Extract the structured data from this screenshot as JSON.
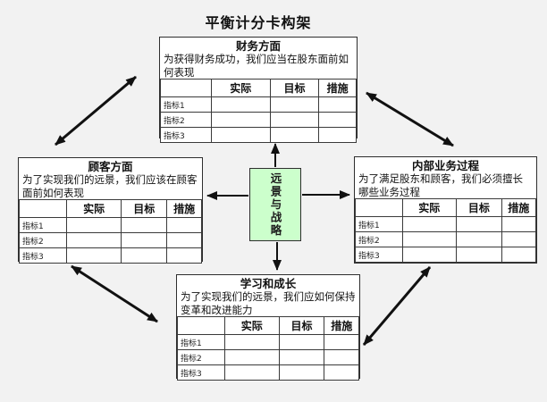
{
  "title": "平衡计分卡构架",
  "center": {
    "label": "远景与战略"
  },
  "table": {
    "headers": [
      "实际",
      "目标",
      "措施"
    ],
    "rows": [
      "指标1",
      "指标2",
      "指标3"
    ]
  },
  "panels": {
    "financial": {
      "title": "财务方面",
      "desc": "为获得财务成功，我们应当在股东面前如何表现"
    },
    "customer": {
      "title": "顾客方面",
      "desc": "为了实现我们的远景，我们应该在顾客面前如何表现"
    },
    "internal": {
      "title": "内部业务过程",
      "desc": "为了满足股东和顾客，我们必须擅长哪些业务过程"
    },
    "learning": {
      "title": "学习和成长",
      "desc": "为了实现我们的远景，我们应如何保持变革和改进能力"
    }
  },
  "colors": {
    "background": "#f2f2f2",
    "panel_fill": "#ffffff",
    "center_fill": "#ccffcc",
    "line": "#111111"
  }
}
